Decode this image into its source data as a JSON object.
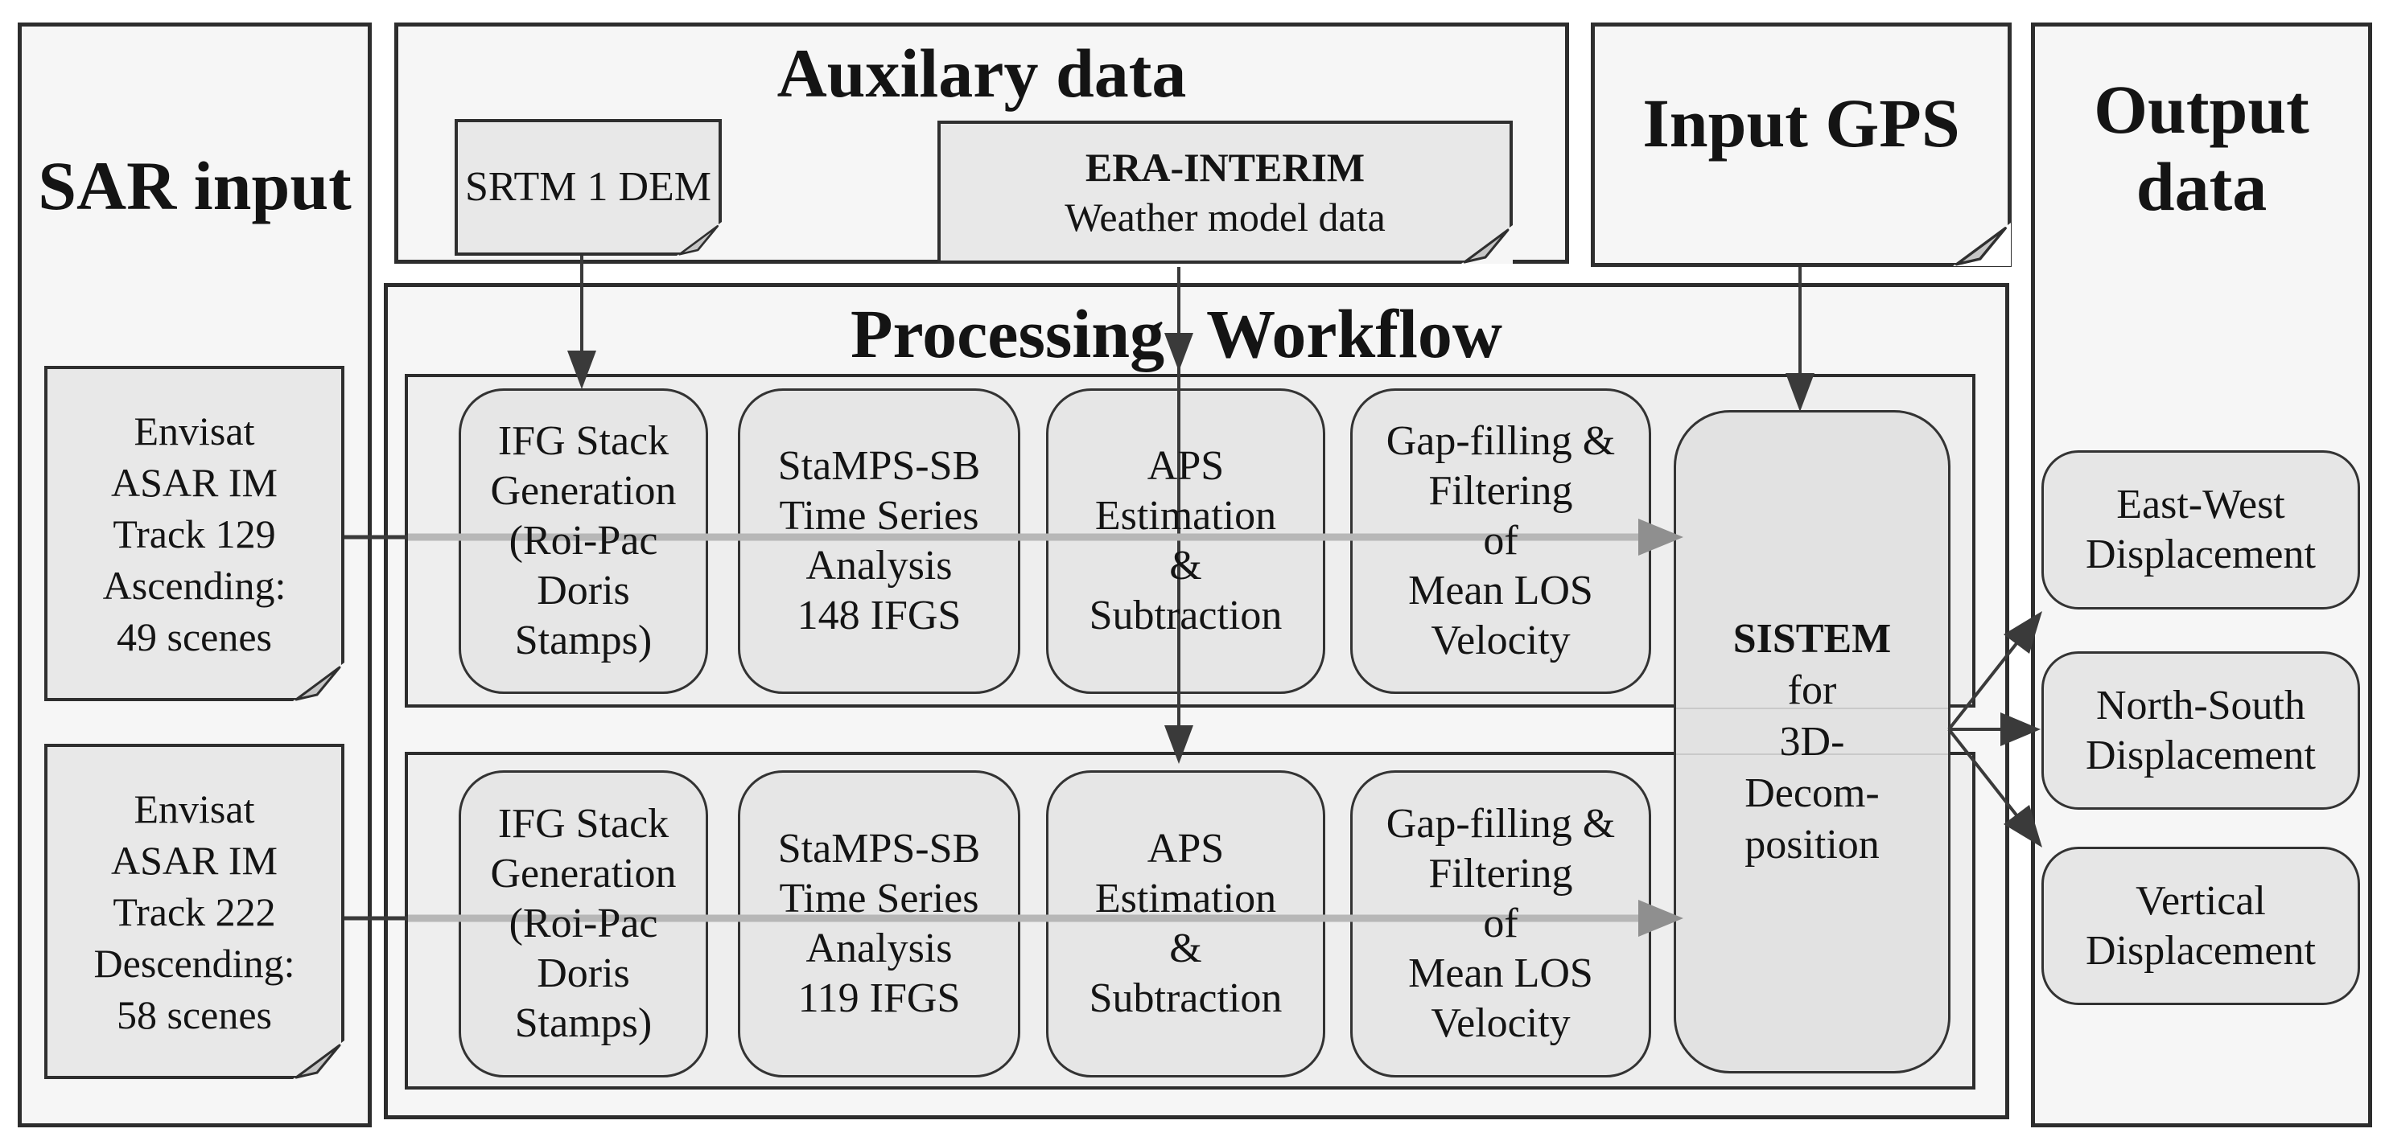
{
  "colors": {
    "page_bg": "#ffffff",
    "panel_fill": "#f6f6f6",
    "panel_border": "#2d2d2d",
    "row_fill": "#eeeeee",
    "node_fill": "#e6e6e6",
    "node_border": "#333333",
    "sistem_fill": "#e2e2e2",
    "arrow_dark": "#3a3a3a",
    "connector_gray": "#b7b7b7",
    "connector_head_gray": "#8f8f8f",
    "fold_fill": "#c6c6c6",
    "text": "#141414"
  },
  "sar_input": {
    "title": "SAR input",
    "notes": [
      {
        "lines": [
          "Envisat",
          "ASAR IM",
          "Track 129",
          "Ascending:",
          "49 scenes"
        ]
      },
      {
        "lines": [
          "Envisat",
          "ASAR IM",
          "Track 222",
          "Descending:",
          "58 scenes"
        ]
      }
    ]
  },
  "auxiliary": {
    "title": "Auxilary data",
    "srtm_note": {
      "label": "SRTM 1 DEM"
    },
    "era_note": {
      "title": "ERA-INTERIM",
      "subtitle": "Weather model data"
    }
  },
  "input_gps": {
    "title": "Input GPS"
  },
  "processing": {
    "title": {
      "word1": "Processing",
      "word2": "Workflow"
    },
    "row1": {
      "boxes": [
        {
          "lines": [
            "IFG Stack",
            "Generation",
            "(Roi-Pac",
            "Doris",
            "Stamps)"
          ]
        },
        {
          "lines": [
            "StaMPS-SB",
            "Time Series",
            "Analysis",
            "148 IFGS"
          ]
        },
        {
          "lines": [
            "APS",
            "Estimation",
            "&",
            "Subtraction"
          ]
        },
        {
          "lines": [
            "Gap-filling &",
            "Filtering",
            "of",
            "Mean LOS",
            "Velocity"
          ]
        }
      ]
    },
    "row2": {
      "boxes": [
        {
          "lines": [
            "IFG Stack",
            "Generation",
            "(Roi-Pac",
            "Doris",
            "Stamps)"
          ]
        },
        {
          "lines": [
            "StaMPS-SB",
            "Time Series",
            "Analysis",
            "119 IFGS"
          ]
        },
        {
          "lines": [
            "APS",
            "Estimation",
            "&",
            "Subtraction"
          ]
        },
        {
          "lines": [
            "Gap-filling &",
            "Filtering",
            "of",
            "Mean LOS",
            "Velocity"
          ]
        }
      ]
    },
    "sistem": {
      "title": "SISTEM",
      "lines": [
        "for",
        "3D-",
        "Decom-",
        "position"
      ]
    }
  },
  "output": {
    "title_lines": [
      "Output",
      "data"
    ],
    "boxes": [
      {
        "lines": [
          "East-West",
          "Displacement"
        ]
      },
      {
        "lines": [
          "North-South",
          "Displacement"
        ]
      },
      {
        "lines": [
          "Vertical",
          "Displacement"
        ]
      }
    ]
  }
}
